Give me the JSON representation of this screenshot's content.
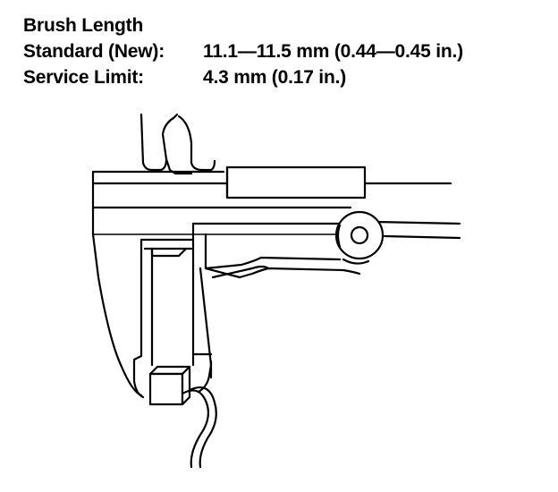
{
  "spec": {
    "title": "Brush Length",
    "standard_label": "Standard (New):",
    "standard_value": "11.1—11.5 mm (0.44—0.45 in.)",
    "limit_label": "Service Limit:",
    "limit_value": "4.3 mm (0.17 in.)"
  },
  "icons": {
    "caliper": "vernier-caliper-icon",
    "brush": "carbon-brush-icon",
    "lead_wire": "brush-lead-wire-icon"
  }
}
